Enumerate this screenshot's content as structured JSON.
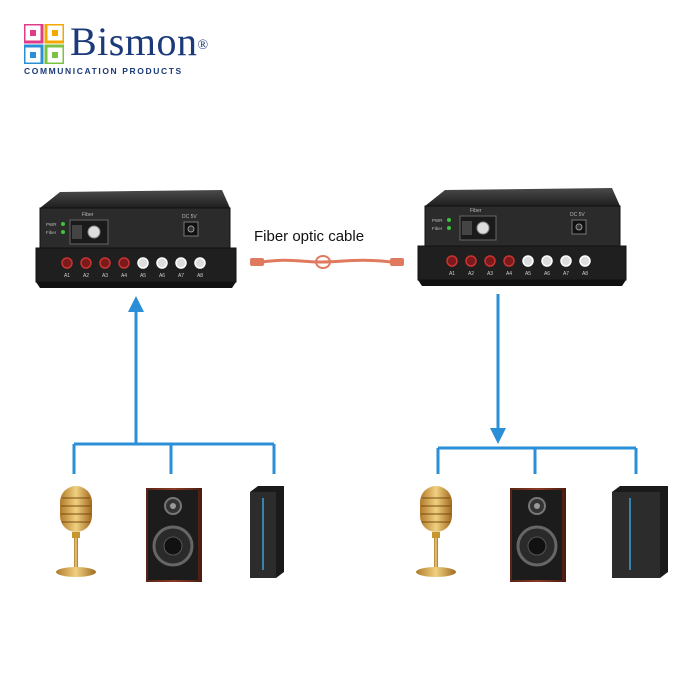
{
  "brand": {
    "name": "Bismon",
    "registered": "®",
    "tagline": "COMMUNICATION PRODUCTS"
  },
  "cable": {
    "label": "Fiber optic cable"
  },
  "device_left": {
    "port_labels": [
      "A1",
      "A2",
      "A3",
      "A4",
      "A5",
      "A6",
      "A7",
      "A8"
    ],
    "power_label": "DC 5V",
    "fiber_label": "Fiber",
    "led_labels": [
      "PWR",
      "Fiber"
    ]
  },
  "device_right": {
    "port_labels": [
      "A1",
      "A2",
      "A3",
      "A4",
      "A5",
      "A6",
      "A7",
      "A8"
    ],
    "power_label": "DC 5V",
    "fiber_label": "Fiber",
    "led_labels": [
      "PWR",
      "Fiber"
    ]
  },
  "groups": {
    "left": {
      "flow": "up",
      "devices": [
        "microphone-icon",
        "speaker-icon",
        "pc-tower-icon"
      ]
    },
    "right": {
      "flow": "down",
      "devices": [
        "microphone-icon",
        "speaker-icon",
        "pc-tower-icon"
      ]
    }
  },
  "colors": {
    "line": "#2a8fd6",
    "cable": "#e07a5f",
    "device": "#2a2a2a",
    "brand": "#1b3a7a"
  }
}
